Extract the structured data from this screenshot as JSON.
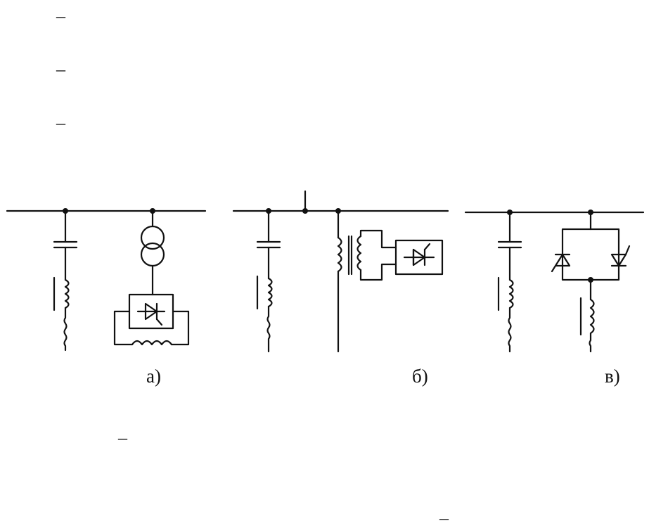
{
  "page": {
    "dash_1": "–",
    "dash_2": "–",
    "dash_3": "–",
    "dash_4": "–",
    "dash_5": "–"
  },
  "diagram": {
    "label_a": "а)",
    "label_b": "б)",
    "label_c": "в)"
  }
}
